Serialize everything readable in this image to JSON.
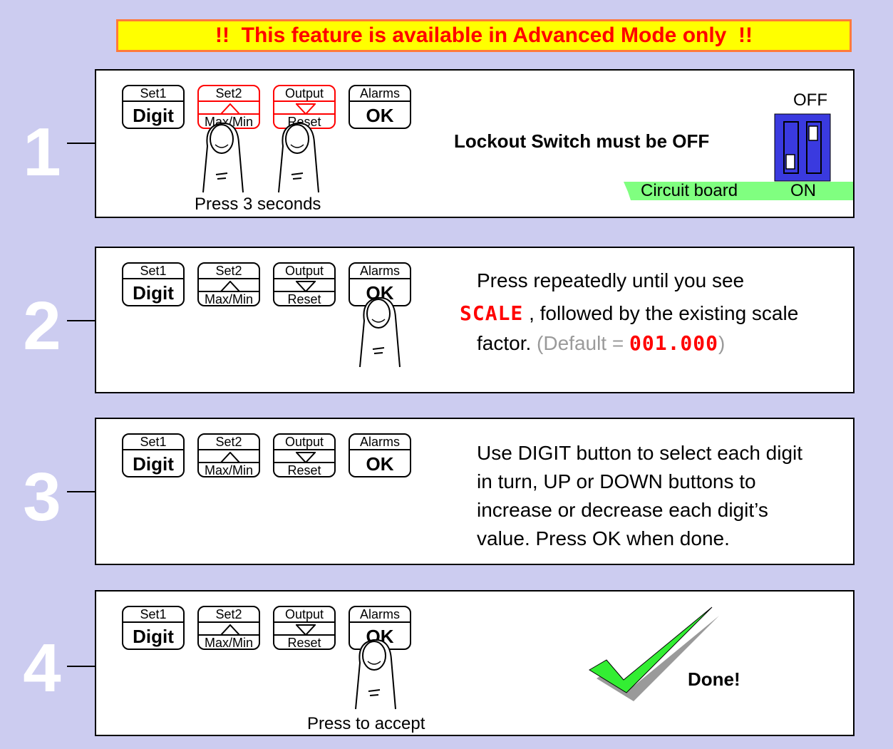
{
  "banner": "!!  This feature is available in Advanced Mode only  !!",
  "steps": [
    {
      "number": "1",
      "buttons": [
        {
          "top": "Set1",
          "main": "Digit"
        },
        {
          "top": "Set2",
          "sub": "Max/Min"
        },
        {
          "top": "Output",
          "sub": "Reset"
        },
        {
          "top": "Alarms",
          "main": "OK"
        }
      ],
      "caption": "Press 3 seconds",
      "instruction": "Lockout Switch must be OFF",
      "switch": {
        "off_label": "OFF",
        "on_label": "ON",
        "board_label": "Circuit board"
      }
    },
    {
      "number": "2",
      "buttons": [
        {
          "top": "Set1",
          "main": "Digit"
        },
        {
          "top": "Set2",
          "sub": "Max/Min"
        },
        {
          "top": "Output",
          "sub": "Reset"
        },
        {
          "top": "Alarms",
          "main": "OK"
        }
      ],
      "line1": "Press repeatedly until you see",
      "display_scale": "SCALE",
      "line2_rest": " , followed by the existing scale",
      "line3": "factor. ",
      "default_prefix": "(Default = ",
      "default_value": "001.000",
      "default_suffix": ")"
    },
    {
      "number": "3",
      "buttons": [
        {
          "top": "Set1",
          "main": "Digit"
        },
        {
          "top": "Set2",
          "sub": "Max/Min"
        },
        {
          "top": "Output",
          "sub": "Reset"
        },
        {
          "top": "Alarms",
          "main": "OK"
        }
      ],
      "lines": [
        "Use DIGIT button to select each digit",
        "in turn, UP or DOWN buttons to",
        "increase or decrease each digit’s",
        "value. Press OK when done."
      ]
    },
    {
      "number": "4",
      "buttons": [
        {
          "top": "Set1",
          "main": "Digit"
        },
        {
          "top": "Set2",
          "sub": "Max/Min"
        },
        {
          "top": "Output",
          "sub": "Reset"
        },
        {
          "top": "Alarms",
          "main": "OK"
        }
      ],
      "caption": "Press to accept",
      "done": "Done!"
    }
  ],
  "colors": {
    "background": "#ccccf0",
    "banner_bg": "#ffff00",
    "banner_text": "#ff0000",
    "switch": "#3a3adf",
    "board": "#80ff80",
    "check": "#33ee33"
  }
}
